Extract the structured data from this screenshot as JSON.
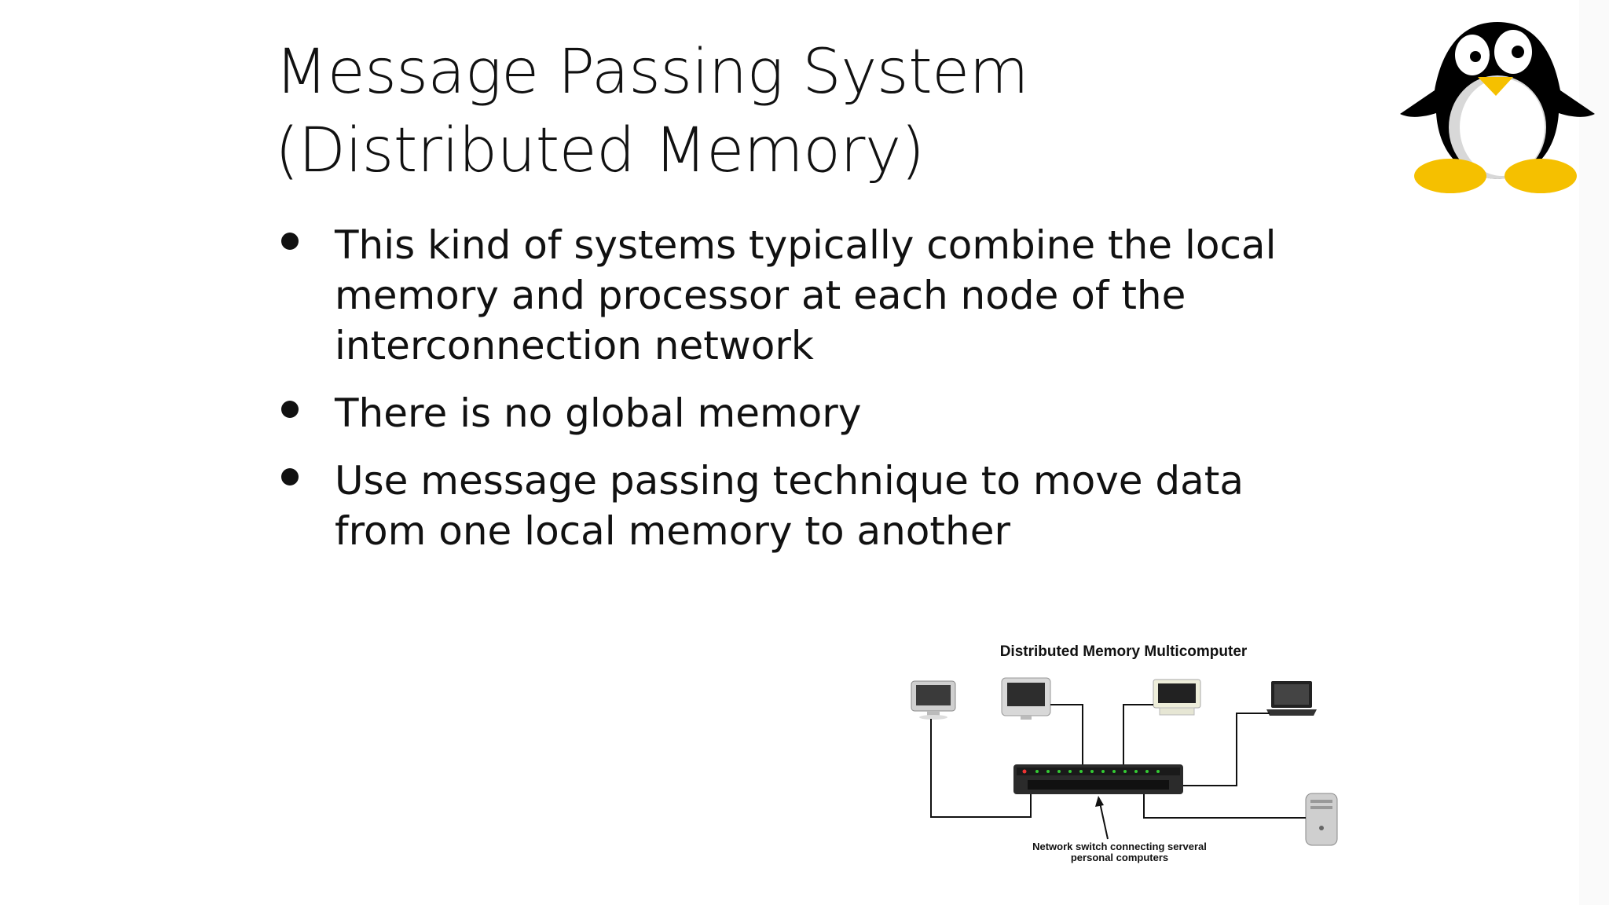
{
  "slide": {
    "title_lines": [
      "Message Passing System",
      "(Distributed Memory)"
    ],
    "bullets": [
      "This kind of systems typically combine the local memory and processor at each node of the interconnection network",
      "There is no global memory",
      "Use message passing technique to move data from one local memory to another"
    ]
  },
  "diagram": {
    "title": "Distributed Memory Multicomputer",
    "caption": "Network switch connecting serveral personal computers"
  },
  "logo": {
    "icon": "penguin-icon",
    "colors": {
      "body": "#000000",
      "belly": "#ffffff",
      "beak": "#f5c000",
      "feet": "#f5c000"
    }
  }
}
